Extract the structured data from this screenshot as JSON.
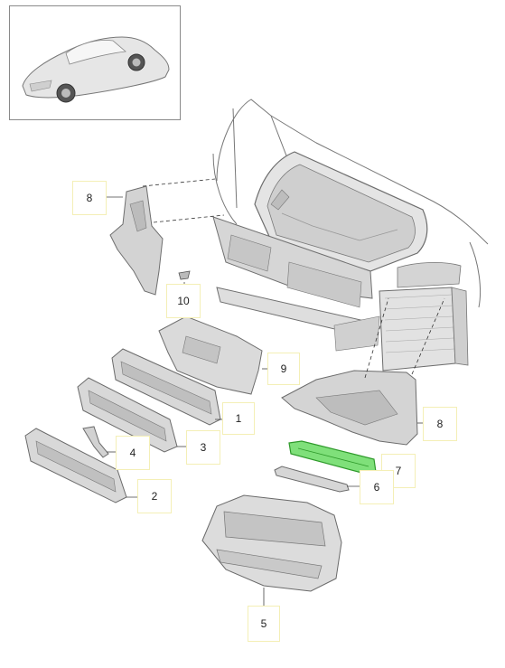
{
  "colors": {
    "part_fill": "#d9d9d9",
    "part_stroke": "#7a7a7a",
    "highlight_part": "#7fe07a",
    "highlight_stroke": "#2f9a2b",
    "callout_border": "#f4efb6",
    "leader": "#444444"
  },
  "callouts": [
    {
      "id": "8",
      "label": "8"
    },
    {
      "id": "10",
      "label": "10"
    },
    {
      "id": "9",
      "label": "9"
    },
    {
      "id": "1",
      "label": "1"
    },
    {
      "id": "3",
      "label": "3"
    },
    {
      "id": "4",
      "label": "4"
    },
    {
      "id": "2",
      "label": "2"
    },
    {
      "id": "8b",
      "label": "8"
    },
    {
      "id": "7",
      "label": "7"
    },
    {
      "id": "6",
      "label": "6"
    },
    {
      "id": "5",
      "label": "5"
    }
  ]
}
